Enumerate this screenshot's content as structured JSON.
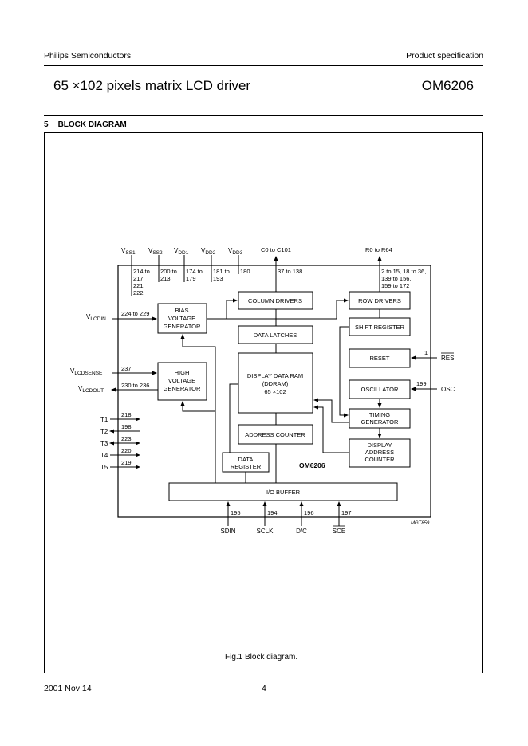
{
  "header": {
    "company": "Philips Semiconductors",
    "doc_type": "Product specification",
    "title": "65 ×102 pixels matrix LCD driver",
    "part_number": "OM6206"
  },
  "section": {
    "number": "5",
    "title": "BLOCK DIAGRAM"
  },
  "diagram": {
    "chip_label": "OM6206",
    "reference": "MGT859",
    "supply_pins": [
      {
        "name": "V",
        "sub": "SS1",
        "pins": [
          "214 to",
          "217,",
          "221,",
          "222"
        ]
      },
      {
        "name": "V",
        "sub": "SS2",
        "pins": [
          "200 to",
          "213"
        ]
      },
      {
        "name": "V",
        "sub": "DD1",
        "pins": [
          "174 to",
          "179"
        ]
      },
      {
        "name": "V",
        "sub": "DD2",
        "pins": [
          "181 to",
          "193"
        ]
      },
      {
        "name": "V",
        "sub": "DD3",
        "pins": [
          "180"
        ]
      }
    ],
    "column_output": {
      "label": "C0 to C101",
      "pins": "37 to 138"
    },
    "row_output": {
      "label": "R0 to R64",
      "pins": [
        "2 to 15, 18 to 36,",
        "139 to 156,",
        "159 to 172"
      ]
    },
    "left_signals": [
      {
        "name": "V",
        "sub": "LCDIN",
        "pins": "224 to 229"
      },
      {
        "name": "V",
        "sub": "LCDSENSE",
        "pins": "237"
      },
      {
        "name": "V",
        "sub": "LCDOUT",
        "pins": "230 to 236"
      }
    ],
    "test_pins": [
      {
        "name": "T1",
        "pin": "218"
      },
      {
        "name": "T2",
        "pin": "198"
      },
      {
        "name": "T3",
        "pin": "223"
      },
      {
        "name": "T4",
        "pin": "220"
      },
      {
        "name": "T5",
        "pin": "219"
      }
    ],
    "right_signals": [
      {
        "name": "RES",
        "pin": "1",
        "overbar": true
      },
      {
        "name": "OSC",
        "pin": "199",
        "overbar": false
      }
    ],
    "bottom_signals": [
      {
        "name": "SDIN",
        "pin": "195"
      },
      {
        "name": "SCLK",
        "pin": "194"
      },
      {
        "name": "D/C",
        "pin": "196"
      },
      {
        "name": "SCE",
        "pin": "197"
      }
    ],
    "blocks": {
      "bias": [
        "BIAS",
        "VOLTAGE",
        "GENERATOR"
      ],
      "high_voltage": [
        "HIGH",
        "VOLTAGE",
        "GENERATOR"
      ],
      "column_drivers": "COLUMN DRIVERS",
      "data_latches": "DATA LATCHES",
      "ddram": [
        "DISPLAY DATA RAM",
        "(DDRAM)",
        "65 ×102"
      ],
      "address_counter": "ADDRESS COUNTER",
      "data_register": [
        "DATA",
        "REGISTER"
      ],
      "row_drivers": "ROW DRIVERS",
      "shift_register": "SHIFT REGISTER",
      "reset": "RESET",
      "oscillator": "OSCILLATOR",
      "timing_generator": [
        "TIMING",
        "GENERATOR"
      ],
      "display_address_counter": [
        "DISPLAY",
        "ADDRESS",
        "COUNTER"
      ],
      "io_buffer": "I/O BUFFER"
    }
  },
  "caption": "Fig.1  Block diagram.",
  "footer": {
    "date": "2001 Nov 14",
    "page": "4"
  }
}
